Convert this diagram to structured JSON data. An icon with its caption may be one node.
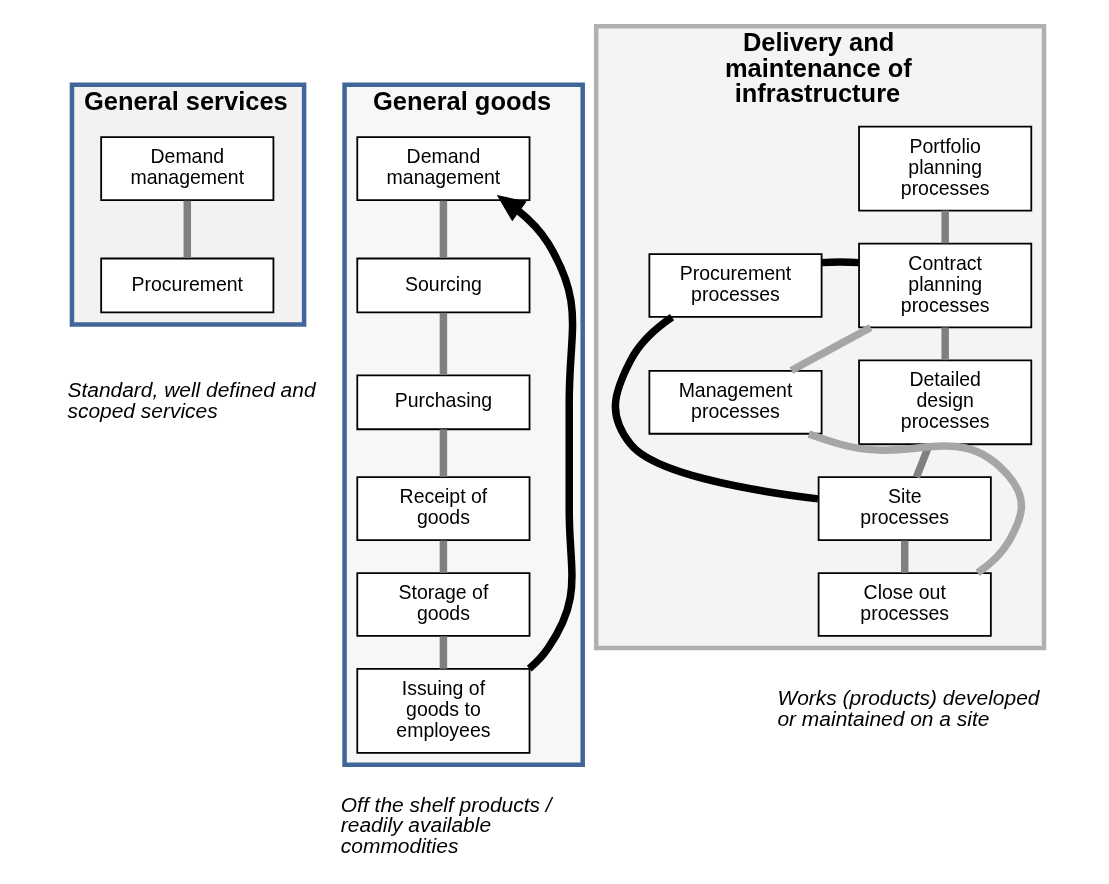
{
  "diagram": {
    "nodes": [
      {
        "text": [
          "General services"
        ]
      },
      {
        "text": [
          "Demand management"
        ],
        "in": 0
      },
      {
        "text": [
          "Procurement"
        ],
        "in": 0
      },
      {
        "text": [
          "General goods"
        ]
      },
      {
        "text": [
          "Demand management"
        ],
        "in": 3
      },
      {
        "text": [
          "Sourcing"
        ],
        "in": 3
      },
      {
        "text": [
          "Purchasing"
        ],
        "in": 3
      },
      {
        "text": [
          "Receipt of goods"
        ],
        "in": 3
      },
      {
        "text": [
          "Storage of goods"
        ],
        "in": 3
      },
      {
        "text": [
          "Issuing of goods to employees"
        ],
        "in": 3
      },
      {
        "text": [
          "Delivery and maintenance of infrastructure"
        ]
      },
      {
        "text": [
          "Portfolio planning processes"
        ],
        "in": 10
      },
      {
        "text": [
          "Contract planning processes"
        ],
        "in": 10
      },
      {
        "text": [
          "Detailed design processes"
        ],
        "in": 10
      },
      {
        "text": [
          "Site processes"
        ],
        "in": 10
      },
      {
        "text": [
          "Close out processes"
        ],
        "in": 10
      },
      {
        "text": [
          "Procurement processes"
        ],
        "in": 10
      },
      {
        "text": [
          "Management processes"
        ],
        "in": 10
      }
    ],
    "edges": [
      {
        "from": 1,
        "to": 2,
        "arrow": "none"
      },
      {
        "from": 4,
        "to": 5,
        "arrow": "none"
      },
      {
        "from": 5,
        "to": 6,
        "arrow": "none"
      },
      {
        "from": 6,
        "to": 7,
        "arrow": "none"
      },
      {
        "from": 7,
        "to": 8,
        "arrow": "none"
      },
      {
        "from": 8,
        "to": 9,
        "arrow": "none"
      },
      {
        "from": 9,
        "to": 4,
        "arrow": "to",
        "color": "#000000"
      },
      {
        "from": 11,
        "to": 12,
        "arrow": "none"
      },
      {
        "from": 12,
        "to": 13,
        "arrow": "none"
      },
      {
        "from": 13,
        "to": 14,
        "arrow": "none"
      },
      {
        "from": 14,
        "to": 15,
        "arrow": "none"
      },
      {
        "from": 16,
        "to": 12,
        "arrow": "none",
        "color": "#000000"
      },
      {
        "from": 16,
        "to": 14,
        "arrow": "none",
        "color": "#000000"
      },
      {
        "from": 17,
        "to": 12,
        "arrow": "none",
        "color": "#a6a6a6"
      },
      {
        "from": 17,
        "to": 15,
        "arrow": "none",
        "color": "#a6a6a6"
      }
    ],
    "labels": [
      "Standard, well defined and scoped services",
      "Off the shelf products / readily available commodities",
      "Works (products) developed or maintained on a site"
    ]
  }
}
